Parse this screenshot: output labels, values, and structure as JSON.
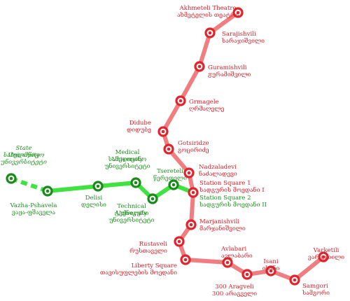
{
  "colors": {
    "red_line": "#f07d80",
    "red_station": "#e0242c",
    "red_label": "#d8202a",
    "green_line": "#3fe23f",
    "green_station": "#1a8a1a",
    "green_label": "#1f8f1f"
  },
  "red_line": {
    "stations": [
      {
        "id": "akhmeteli",
        "en": "Akhmeteli Theatre",
        "ka": "ახმეტელის თეატრი"
      },
      {
        "id": "sarajishvili",
        "en": "Sarajishvili",
        "ka": "სარაჯიშვილი"
      },
      {
        "id": "guramishvili",
        "en": "Guramishvili",
        "ka": "გურამიშვილი"
      },
      {
        "id": "grmagele",
        "en": "Grmagele",
        "ka": "ღრმაღელე"
      },
      {
        "id": "didube",
        "en": "Didube",
        "ka": "დიდუბე"
      },
      {
        "id": "gotsiridze",
        "en": "Gotsiridze",
        "ka": "გოცირიძე"
      },
      {
        "id": "nadzaladevi",
        "en": "Nadzaladevi",
        "ka": "ნაძალადევი"
      },
      {
        "id": "station-square-1",
        "en": "Station Square 1",
        "ka": "სადგურის მოედანი I"
      },
      {
        "id": "marjanishvili",
        "en": "Marjanishvili",
        "ka": "მარჯანიშვილი"
      },
      {
        "id": "rustaveli",
        "en": "Rustaveli",
        "ka": "რუსთაველი"
      },
      {
        "id": "liberty-square",
        "en": "Liberty Square",
        "ka": "თავისუფლების მოედანი"
      },
      {
        "id": "avlabari",
        "en": "Avlabari",
        "ka": "ავლაბარი"
      },
      {
        "id": "300-aragveli",
        "en": "300 Aragveli",
        "ka": "300 არაგველი"
      },
      {
        "id": "isani",
        "en": "Isani",
        "ka": "ისანი"
      },
      {
        "id": "samgori",
        "en": "Samgori",
        "ka": "სამგორი"
      },
      {
        "id": "varketili",
        "en": "Varketili",
        "ka": "ვარკეთილი"
      }
    ]
  },
  "green_line": {
    "stations": [
      {
        "id": "state-university",
        "en": "State University",
        "ka": "სახელმწიფო უნივერსიტეტი",
        "planned": true
      },
      {
        "id": "vazha-pshavela",
        "en": "Vazha-Pshavela",
        "ka": "ვაჟა-ფშაველა"
      },
      {
        "id": "delisi",
        "en": "Delisi",
        "ka": "დელისი"
      },
      {
        "id": "medical-university",
        "en": "Medical University",
        "ka": "სამედიცინო უნივერსიტეტი"
      },
      {
        "id": "technical-university",
        "en": "Technical University",
        "ka": "ტექნიკური უნივერსიტეტი"
      },
      {
        "id": "tsereteli",
        "en": "Tsereteli",
        "ka": "წერეთელი"
      },
      {
        "id": "station-square-2",
        "en": "Station Square 2",
        "ka": "სადგურის მოედანი II"
      }
    ]
  }
}
